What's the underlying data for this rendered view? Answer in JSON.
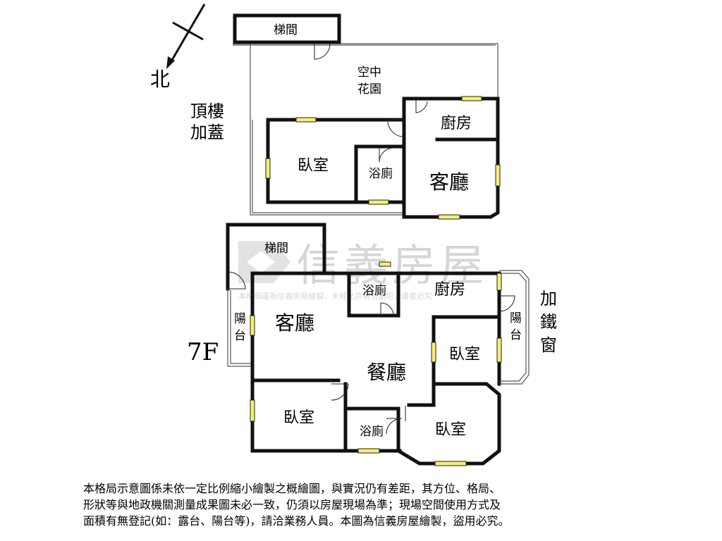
{
  "compass": {
    "north_label": "北"
  },
  "roof": {
    "section_label_line1": "頂樓",
    "section_label_line2": "加蓋",
    "rooms": {
      "stairwell": "梯間",
      "garden_line1": "空中",
      "garden_line2": "花園",
      "kitchen": "廚房",
      "bedroom": "臥室",
      "bathroom": "浴廁",
      "living_room": "客廳"
    }
  },
  "floor7": {
    "floor_label": "7F",
    "rooms": {
      "stairwell": "梯間",
      "bathroom_top": "浴廁",
      "kitchen": "廚房",
      "living_room": "客廳",
      "balcony_left_line1": "陽",
      "balcony_left_line2": "台",
      "dining_room": "餐廳",
      "bedroom_right": "臥室",
      "balcony_right_line1": "陽",
      "balcony_right_line2": "台",
      "bedroom_bottom_left": "臥室",
      "bathroom_bottom": "浴廁",
      "bedroom_bottom_right": "臥室"
    },
    "iron_window_line1": "加",
    "iron_window_line2": "鐵",
    "iron_window_line3": "窗"
  },
  "watermark": {
    "brand": "信義房屋",
    "notice": "本格局圖為信義房屋繪製，未經允許請勿盜用，違者必究"
  },
  "disclaimer": {
    "line1": "本格局示意圖係未依一定比例縮小繪製之概繪圖，與實況仍有差距，其方位、格局、",
    "line2": "形狀等與地政機關測量成果圖未必一致，仍須以房屋現場為準；現場空間使用方式及",
    "line3": "面積有無登記(如：露台、陽台等)，請洽業務人員。本圖為信義房屋繪製，盜用必究。"
  },
  "colors": {
    "window": "#f5ef70",
    "wall": "#111111",
    "watermark": "#d6d6d6"
  }
}
